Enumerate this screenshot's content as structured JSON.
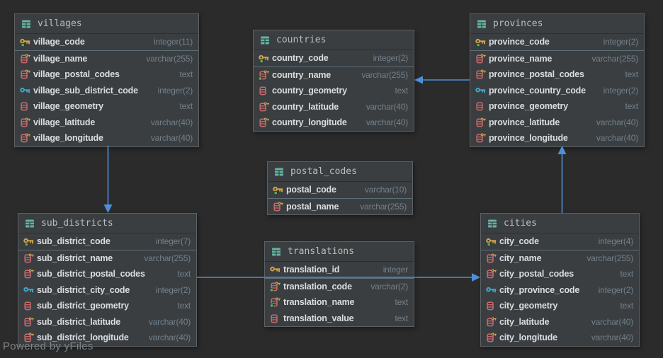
{
  "watermark": "Powered by yFiles",
  "colors": {
    "canvas_bg": "#2b2b2b",
    "table_bg": "#3b3e40",
    "table_border": "#5c6164",
    "edge": "#4f8ed8",
    "primary_key_gold": "#d5a348",
    "foreign_key_blue": "#45a5c6",
    "column_red": "#c9696d",
    "not_null_green": "#4db356",
    "table_icon_teal": "#63b5a5",
    "column_name_text": "#dadde0",
    "column_type_text": "#71808c",
    "table_name_text": "#b8bfbf"
  },
  "tables": [
    {
      "id": "villages",
      "name": "villages",
      "fields": [
        {
          "name": "village_code",
          "type": "integer(11)",
          "icon": "primary-key"
        },
        {
          "name": "village_name",
          "type": "varchar(255)",
          "icon": "column-indexed"
        },
        {
          "name": "village_postal_codes",
          "type": "text",
          "icon": "column-indexed"
        },
        {
          "name": "village_sub_district_code",
          "type": "integer(2)",
          "icon": "foreign-key"
        },
        {
          "name": "village_geometry",
          "type": "text",
          "icon": "column"
        },
        {
          "name": "village_latitude",
          "type": "varchar(40)",
          "icon": "column-indexed"
        },
        {
          "name": "village_longitude",
          "type": "varchar(40)",
          "icon": "column-indexed"
        }
      ]
    },
    {
      "id": "countries",
      "name": "countries",
      "fields": [
        {
          "name": "country_code",
          "type": "integer(2)",
          "icon": "primary-key"
        },
        {
          "name": "country_name",
          "type": "varchar(255)",
          "icon": "column-indexed-notnull"
        },
        {
          "name": "country_geometry",
          "type": "text",
          "icon": "column"
        },
        {
          "name": "country_latitude",
          "type": "varchar(40)",
          "icon": "column-indexed"
        },
        {
          "name": "country_longitude",
          "type": "varchar(40)",
          "icon": "column-indexed"
        }
      ]
    },
    {
      "id": "provinces",
      "name": "provinces",
      "fields": [
        {
          "name": "province_code",
          "type": "integer(2)",
          "icon": "primary-key"
        },
        {
          "name": "province_name",
          "type": "varchar(255)",
          "icon": "column-indexed"
        },
        {
          "name": "province_postal_codes",
          "type": "text",
          "icon": "column-indexed"
        },
        {
          "name": "province_country_code",
          "type": "integer(2)",
          "icon": "foreign-key"
        },
        {
          "name": "province_geometry",
          "type": "text",
          "icon": "column"
        },
        {
          "name": "province_latitude",
          "type": "varchar(40)",
          "icon": "column-indexed"
        },
        {
          "name": "province_longitude",
          "type": "varchar(40)",
          "icon": "column-indexed"
        }
      ]
    },
    {
      "id": "postal_codes",
      "name": "postal_codes",
      "fields": [
        {
          "name": "postal_code",
          "type": "varchar(10)",
          "icon": "primary-key"
        },
        {
          "name": "postal_name",
          "type": "varchar(255)",
          "icon": "column-indexed"
        }
      ]
    },
    {
      "id": "sub_districts",
      "name": "sub_districts",
      "fields": [
        {
          "name": "sub_district_code",
          "type": "integer(7)",
          "icon": "primary-key"
        },
        {
          "name": "sub_district_name",
          "type": "varchar(255)",
          "icon": "column-indexed"
        },
        {
          "name": "sub_district_postal_codes",
          "type": "text",
          "icon": "column-indexed"
        },
        {
          "name": "sub_district_city_code",
          "type": "integer(2)",
          "icon": "foreign-key"
        },
        {
          "name": "sub_district_geometry",
          "type": "text",
          "icon": "column"
        },
        {
          "name": "sub_district_latitude",
          "type": "varchar(40)",
          "icon": "column-indexed"
        },
        {
          "name": "sub_district_longitude",
          "type": "varchar(40)",
          "icon": "column-indexed"
        }
      ]
    },
    {
      "id": "translations",
      "name": "translations",
      "fields": [
        {
          "name": "translation_id",
          "type": "integer",
          "icon": "primary-key-plain"
        },
        {
          "name": "translation_code",
          "type": "varchar(2)",
          "icon": "column-indexed-notnull"
        },
        {
          "name": "translation_name",
          "type": "text",
          "icon": "column-indexed-notnull"
        },
        {
          "name": "translation_value",
          "type": "text",
          "icon": "column"
        }
      ]
    },
    {
      "id": "cities",
      "name": "cities",
      "fields": [
        {
          "name": "city_code",
          "type": "integer(4)",
          "icon": "primary-key"
        },
        {
          "name": "city_name",
          "type": "varchar(255)",
          "icon": "column-indexed"
        },
        {
          "name": "city_postal_codes",
          "type": "text",
          "icon": "column-indexed"
        },
        {
          "name": "city_province_code",
          "type": "integer(2)",
          "icon": "foreign-key"
        },
        {
          "name": "city_geometry",
          "type": "text",
          "icon": "column"
        },
        {
          "name": "city_latitude",
          "type": "varchar(40)",
          "icon": "column-indexed"
        },
        {
          "name": "city_longitude",
          "type": "varchar(40)",
          "icon": "column-indexed"
        }
      ]
    }
  ],
  "relationships": [
    {
      "from": "villages",
      "from_column": "village_sub_district_code",
      "to": "sub_districts"
    },
    {
      "from": "provinces",
      "from_column": "province_country_code",
      "to": "countries"
    },
    {
      "from": "cities",
      "from_column": "city_province_code",
      "to": "provinces"
    },
    {
      "from": "sub_districts",
      "from_column": "sub_district_city_code",
      "to": "cities"
    }
  ]
}
